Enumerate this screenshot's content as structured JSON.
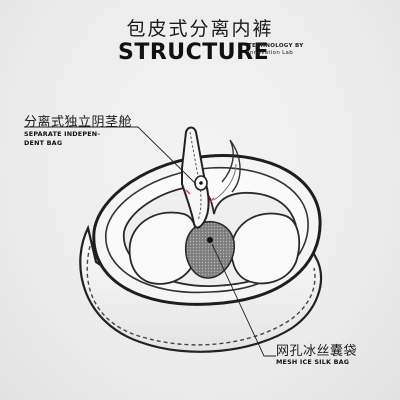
{
  "header": {
    "title_cn": "包皮式分离内裤",
    "title_en": "STRUCTURE",
    "tech_note_line1": "TECHNOLOGY BY",
    "tech_note_line2": "Innovation Lab"
  },
  "callouts": {
    "separate_pouch": {
      "label_cn": "分离式独立阴茎舱",
      "label_en_line1": "SEPARATE INDEPEN-",
      "label_en_line2": "DENT BAG"
    },
    "mesh_bag": {
      "label_cn": "网孔冰丝囊袋",
      "label_en": "MESH ICE SILK BAG"
    }
  },
  "colors": {
    "background": "#ececec",
    "outline": "#222222",
    "fabric_light": "#f7f7f7",
    "mesh": "#8a8a8a",
    "accent_pink": "#e23c6a"
  }
}
